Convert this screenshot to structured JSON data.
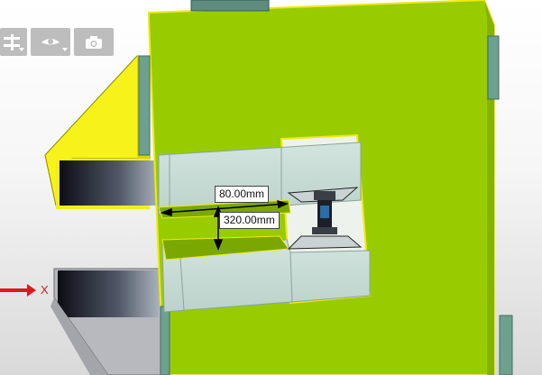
{
  "viewport": {
    "label": "3D CAD model viewport",
    "colors": {
      "face": "#98cc00",
      "face_shadow": "#7ba800",
      "highlight": "#f7f21a",
      "steel": "#c8dcd6",
      "frame_gray": "#b8b8bf",
      "axis": "#e01818"
    }
  },
  "toolbar": {
    "items": [
      {
        "name": "section-view-tool",
        "icon": "section-icon",
        "has_dropdown": true
      },
      {
        "name": "view-orientation-tool",
        "icon": "eye-icon",
        "has_dropdown": true
      },
      {
        "name": "snapshot-tool",
        "icon": "camera-icon",
        "has_dropdown": false
      }
    ]
  },
  "dimensions": {
    "width_label": "80.00mm",
    "length_label": "320.00mm"
  },
  "axis": {
    "x_label": "X"
  }
}
